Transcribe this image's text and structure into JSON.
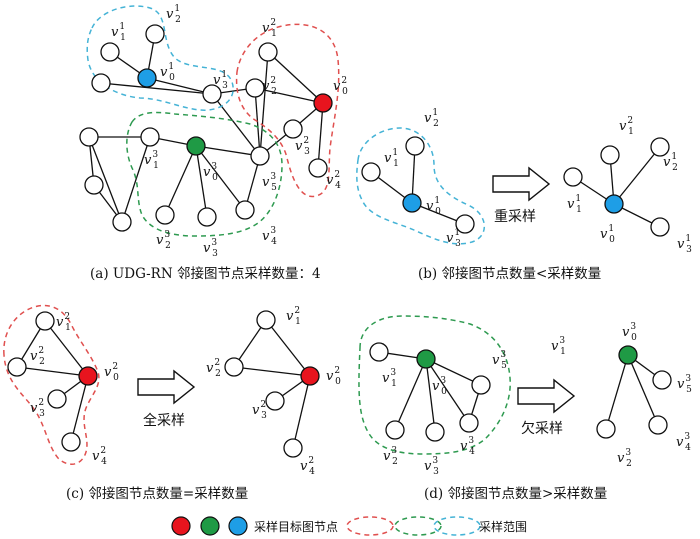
{
  "captions": {
    "a": "(a) UDG-RN 邻接图节点采样数量：4",
    "b": "(b) 邻接图节点数量<采样数量",
    "c": "(c) 邻接图节点数量=采样数量",
    "d": "(d) 邻接图节点数量>采样数量"
  },
  "operations": {
    "resample": "重采样",
    "full_sample": "全采样",
    "under_sample": "欠采样"
  },
  "legend": {
    "target_nodes": "采样目标图节点",
    "sample_range": "采样范围"
  },
  "colors": {
    "red": "#e8141e",
    "green": "#1f9a45",
    "blue": "#1e9ee6",
    "red_dash": "#e0504f",
    "green_dash": "#2e9a50",
    "blue_dash": "#45b3d6",
    "node_fill": "#ffffff",
    "edge": "#111111"
  },
  "labels": {
    "v01": [
      "v",
      "0",
      "1"
    ],
    "v11": [
      "v",
      "1",
      "1"
    ],
    "v21": [
      "v",
      "2",
      "1"
    ],
    "v31": [
      "v",
      "3",
      "1"
    ],
    "v02": [
      "v",
      "0",
      "2"
    ],
    "v12": [
      "v",
      "1",
      "2"
    ],
    "v22": [
      "v",
      "2",
      "2"
    ],
    "v32": [
      "v",
      "3",
      "2"
    ],
    "v42": [
      "v",
      "4",
      "2"
    ],
    "v03": [
      "v",
      "0",
      "3"
    ],
    "v13": [
      "v",
      "1",
      "3"
    ],
    "v23": [
      "v",
      "2",
      "3"
    ],
    "v33": [
      "v",
      "3",
      "3"
    ],
    "v43": [
      "v",
      "4",
      "3"
    ],
    "v53": [
      "v",
      "5",
      "3"
    ]
  }
}
